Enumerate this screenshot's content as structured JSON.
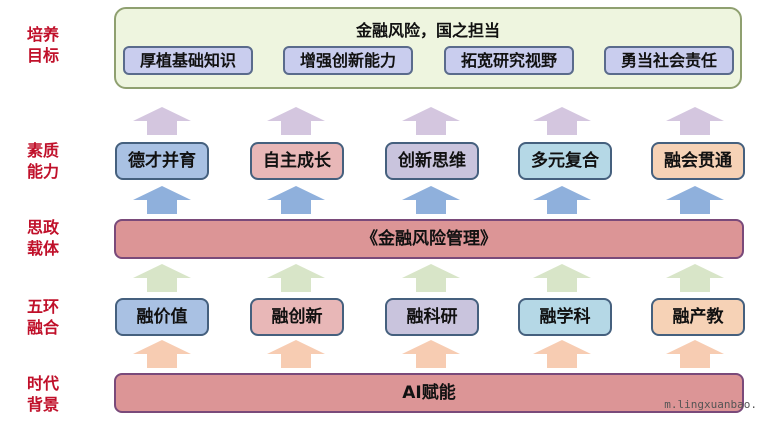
{
  "side_labels": [
    "培养\n目标",
    "素质\n能力",
    "思政\n载体",
    "五环\n融合",
    "时代\n背景"
  ],
  "goal": {
    "title": "金融风险，国之担当",
    "items": [
      "厚植基础知识",
      "增强创新能力",
      "拓宽研究视野",
      "勇当社会责任"
    ]
  },
  "qualities": [
    "德才并育",
    "自主成长",
    "创新思维",
    "多元复合",
    "融会贯通"
  ],
  "carrier": "《金融风险管理》",
  "fusion": [
    "融价值",
    "融创新",
    "融科研",
    "融学科",
    "融产教"
  ],
  "background": "AI赋能",
  "watermark": "m.lingxuanbao.",
  "colors": {
    "arrow_row1": "#d4c6df",
    "arrow_row2": "#8fb0dc",
    "arrow_row3": "#d8e5c8",
    "arrow_row4": "#f7ccb2",
    "quality_boxes": [
      "#a9c1e3",
      "#e8b7b7",
      "#c9c4dd",
      "#b5d8e6",
      "#f6d2b6"
    ],
    "fusion_boxes": [
      "#a9c1e3",
      "#e8b7b7",
      "#c9c4dd",
      "#b5d8e6",
      "#f6d2b6"
    ]
  }
}
